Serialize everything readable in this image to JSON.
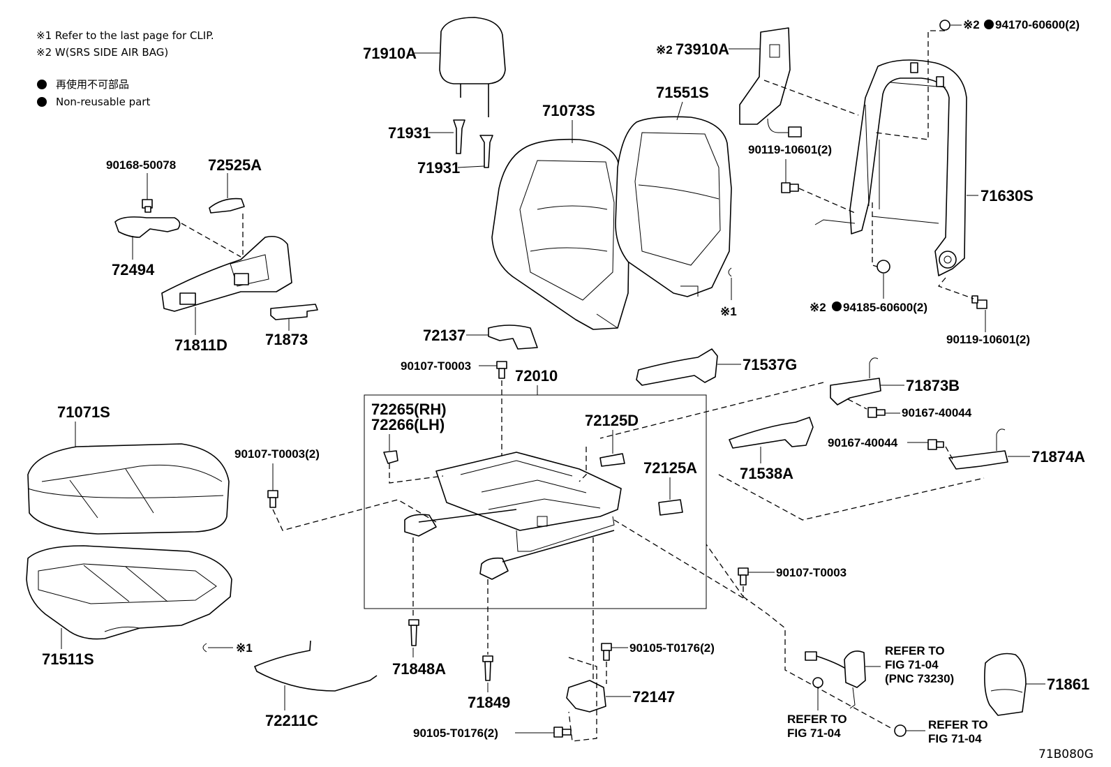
{
  "notes": [
    "※1 Refer to the last page for CLIP.",
    "※2 W(SRS SIDE AIR BAG)"
  ],
  "legend": [
    {
      "text": "再使用不可部品"
    },
    {
      "text": "Non-reusable part"
    }
  ],
  "diagram_code": "71B080G",
  "marks": {
    "clip": "※1",
    "airbag": "※2"
  },
  "refs": {
    "fig_a": [
      "REFER TO",
      "FIG 71-04",
      "(PNC 73230)"
    ],
    "fig_b": [
      "REFER TO",
      "FIG 71-04"
    ],
    "fig_c": [
      "REFER TO",
      "FIG 71-04"
    ]
  },
  "parts": {
    "p71910A": "71910A",
    "p71931a": "71931",
    "p71931b": "71931",
    "p73910A": "73910A",
    "p94170": "94170-60600(2)",
    "p71551S": "71551S",
    "p71073S": "71073S",
    "p90119a": "90119-10601(2)",
    "p71630S": "71630S",
    "p94185": "94185-60600(2)",
    "p90119b": "90119-10601(2)",
    "p90168": "90168-50078",
    "p72525A": "72525A",
    "p72494": "72494",
    "p71811D": "71811D",
    "p71873": "71873",
    "p72137": "72137",
    "p90107a": "90107-T0003",
    "p72010": "72010",
    "p71537G": "71537G",
    "p71873B": "71873B",
    "p90167a": "90167-40044",
    "p90167b": "90167-40044",
    "p71874A": "71874A",
    "p71071S": "71071S",
    "p72265": "72265(RH)",
    "p72266": "72266(LH)",
    "p72125D": "72125D",
    "p72125A": "72125A",
    "p71538A": "71538A",
    "p90107b": "90107-T0003(2)",
    "p90107c": "90107-T0003",
    "p71511S": "71511S",
    "p71848A": "71848A",
    "p71849": "71849",
    "p90105a": "90105-T0176(2)",
    "p72147": "72147",
    "p90105b": "90105-T0176(2)",
    "p72211C": "72211C",
    "p71861": "71861"
  }
}
